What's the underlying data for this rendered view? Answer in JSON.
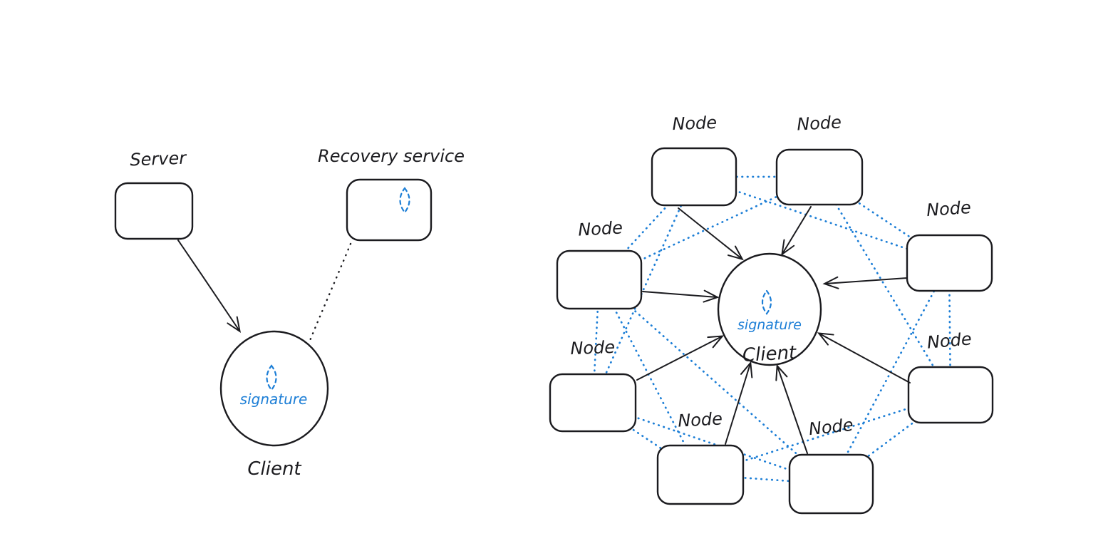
{
  "diagram": {
    "background": "#ffffff",
    "ink_color": "#1b1b1f",
    "accent_color": "#1c7ed6",
    "left": {
      "server_label": "Server",
      "recovery_label": "Recovery service",
      "client_label": "Client",
      "signature_label": "signature"
    },
    "right": {
      "client_label": "Client",
      "signature_label": "signature",
      "nodes": [
        {
          "label": "Node"
        },
        {
          "label": "Node"
        },
        {
          "label": "Node"
        },
        {
          "label": "Node"
        },
        {
          "label": "Node"
        },
        {
          "label": "Node"
        },
        {
          "label": "Node"
        },
        {
          "label": "Node"
        }
      ]
    }
  }
}
